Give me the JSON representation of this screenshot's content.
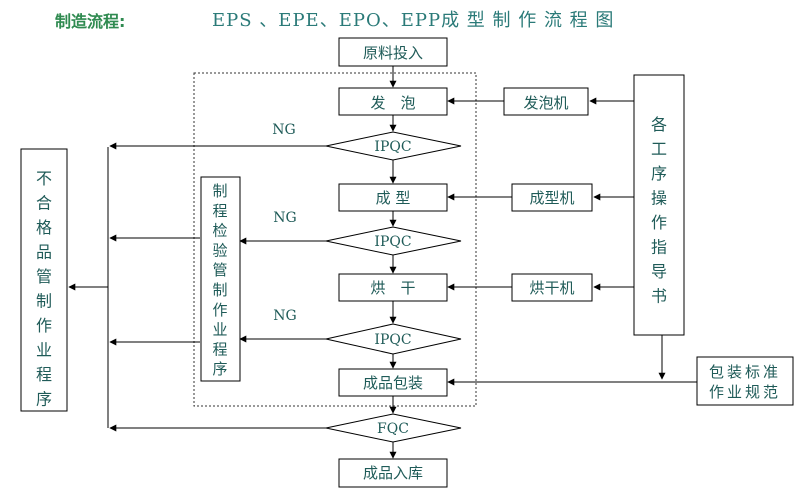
{
  "header": {
    "label": "制造流程:",
    "title": "EPS 、EPE、EPO、EPP成 型 制 作 流 程 图"
  },
  "main_flow": {
    "raw_input": "原料投入",
    "foam": "发　泡",
    "ipqc": "IPQC",
    "mold": "成 型",
    "dry": "烘　干",
    "pack": "成品包装",
    "fqc": "FQC",
    "warehouse": "成品入库"
  },
  "machines": {
    "foam_machine": "发泡机",
    "mold_machine": "成型机",
    "dry_machine": "烘干机"
  },
  "ng_label": "NG",
  "left_box_chars": [
    "不",
    "合",
    "格",
    "品",
    "管",
    "制",
    "作",
    "业",
    "程",
    "序"
  ],
  "inner_box_chars": [
    "制",
    "程",
    "检",
    "验",
    "管",
    "制",
    "作",
    "业",
    "程",
    "序"
  ],
  "sop_chars": [
    "各",
    "工",
    "序",
    "操",
    "作",
    "指",
    "导",
    "书"
  ],
  "pack_std": [
    "包装标准",
    "作业规范"
  ],
  "colors": {
    "text": "#1f5b58",
    "title": "#2a7a78",
    "label": "#2f8a50",
    "line": "#000000"
  }
}
